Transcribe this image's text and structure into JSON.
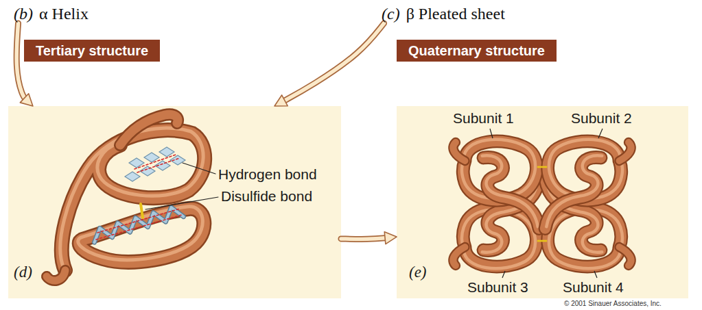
{
  "diagram": {
    "nodes": [
      {
        "text": [
          "(b)",
          "α Helix"
        ]
      },
      {
        "text": [
          "(c)",
          "β Pleated sheet"
        ]
      },
      {
        "text": [
          "Tertiary structure"
        ]
      },
      {
        "text": [
          "Quaternary structure"
        ]
      },
      {
        "text": [
          "Hydrogen bond",
          "Disulfide bond",
          "(d)"
        ]
      },
      {
        "text": [
          "Subunit 1",
          "Subunit 2",
          "Subunit 3",
          "Subunit 4",
          "(e)"
        ]
      }
    ],
    "edges": [
      {
        "from": 0,
        "to": 4,
        "arrow": "to"
      },
      {
        "from": 1,
        "to": 4,
        "arrow": "to"
      },
      {
        "from": 4,
        "to": 5,
        "arrow": "to"
      }
    ],
    "labels": [
      "© 2001 Sinauer Associates, Inc."
    ]
  }
}
